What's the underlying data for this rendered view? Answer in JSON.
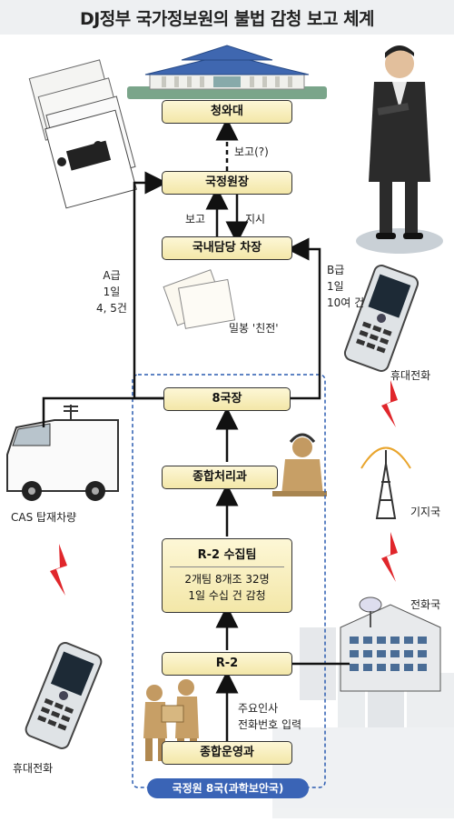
{
  "title": "DJ정부 국가정보원의 불법 감청 보고 체계",
  "boxes": {
    "blue_house": "청와대",
    "director": "국정원장",
    "deputy": "국내담당 차장",
    "bureau8": "8국장",
    "processing": "종합처리과",
    "r2_team": "R-2 수집팀",
    "r2_team_line1": "2개팀 8개조 32명",
    "r2_team_line2": "1일 수십 건 감청",
    "r2": "R-2",
    "operations": "종합운영과"
  },
  "labels": {
    "report_q": "보고(?)",
    "report": "보고",
    "order": "지시",
    "grade_a": "A급",
    "grade_a_line2": "1일",
    "grade_a_line3": "4, 5건",
    "grade_b": "B급",
    "grade_b_line2": "1일",
    "grade_b_line3": "10여 건",
    "sealed": "밀봉 '친전'",
    "mobile_top": "휴대전화",
    "cas_vehicle": "CAS 탑재차량",
    "base_station": "기지국",
    "phone_office": "전화국",
    "mobile_bottom": "휴대전화",
    "vip_phone_line1": "주요인사",
    "vip_phone_line2": "전화번호 입력",
    "nis_bureau": "국정원 8국(과학보안국)"
  },
  "colors": {
    "box_fill": "#f6eeb8",
    "dashed_border": "#2a5bb0",
    "bureau_badge": "#3a64b6",
    "lightning": "#e0262b"
  }
}
